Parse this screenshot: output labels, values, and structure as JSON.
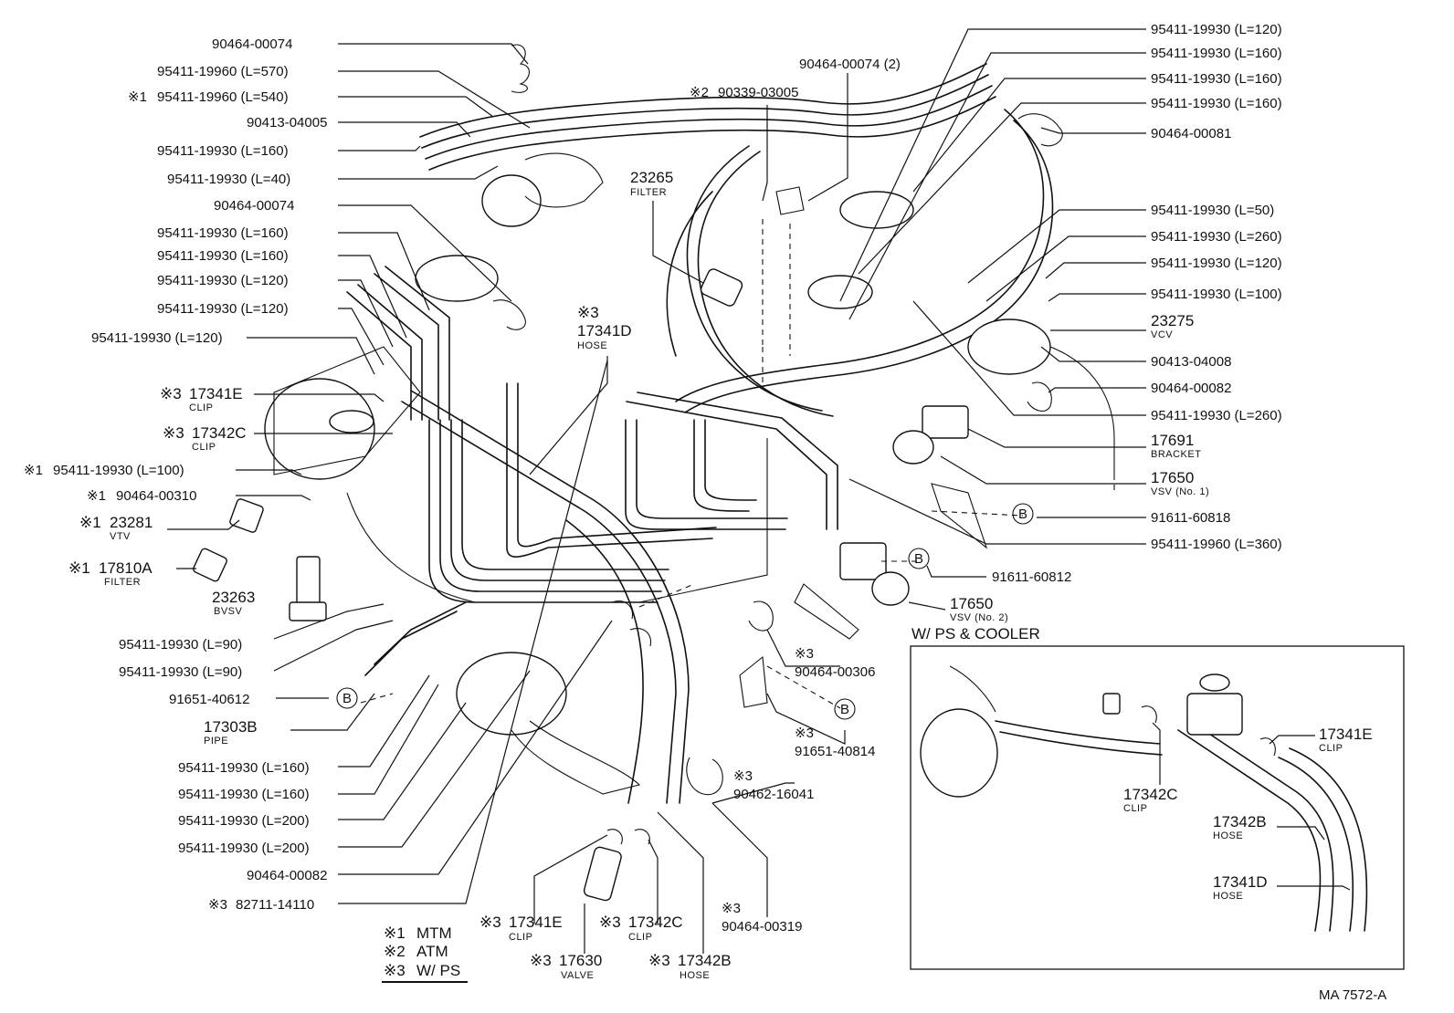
{
  "callouts": [
    {
      "code": "90464-00074"
    },
    {
      "code": "95411-19960 (L=570)"
    },
    {
      "code": "95411-19960 (L=540)",
      "mark": "※1"
    },
    {
      "code": "90413-04005"
    },
    {
      "code": "95411-19930 (L=160)"
    },
    {
      "code": "95411-19930 (L=40)"
    },
    {
      "code": "90464-00074"
    },
    {
      "code": "95411-19930 (L=160)"
    },
    {
      "code": "95411-19930 (L=160)"
    },
    {
      "code": "95411-19930 (L=120)"
    },
    {
      "code": "95411-19930 (L=120)"
    },
    {
      "code": "95411-19930 (L=120)"
    },
    {
      "code": "17341E",
      "mark": "※3",
      "sub": "CLIP"
    },
    {
      "code": "17342C",
      "mark": "※3",
      "sub": "CLIP"
    },
    {
      "code": "95411-19930 (L=100)",
      "mark": "※1"
    },
    {
      "code": "90464-00310",
      "mark": "※1"
    },
    {
      "code": "23281",
      "mark": "※1",
      "sub": "VTV"
    },
    {
      "code": "17810A",
      "mark": "※1",
      "sub": "FILTER"
    },
    {
      "code": "23263",
      "sub": "BVSV"
    },
    {
      "code": "95411-19930 (L=90)"
    },
    {
      "code": "95411-19930 (L=90)"
    },
    {
      "code": "91651-40612"
    },
    {
      "code": "17303B",
      "sub": "PIPE"
    },
    {
      "code": "95411-19930 (L=160)"
    },
    {
      "code": "95411-19930 (L=160)"
    },
    {
      "code": "95411-19930 (L=200)"
    },
    {
      "code": "95411-19930 (L=200)"
    },
    {
      "code": "90464-00082"
    },
    {
      "code": "82711-14110",
      "mark": "※3"
    },
    {
      "code": "90339-03005",
      "mark": "※2"
    },
    {
      "code": "90464-00074 (2)"
    },
    {
      "code": "23265",
      "sub": "FILTER"
    },
    {
      "code": "17341D",
      "mark": "※3",
      "sub": "HOSE"
    },
    {
      "code": "95411-19930 (L=120)"
    },
    {
      "code": "95411-19930 (L=160)"
    },
    {
      "code": "95411-19930 (L=160)"
    },
    {
      "code": "95411-19930 (L=160)"
    },
    {
      "code": "90464-00081"
    },
    {
      "code": "95411-19930 (L=50)"
    },
    {
      "code": "95411-19930 (L=260)"
    },
    {
      "code": "95411-19930 (L=120)"
    },
    {
      "code": "95411-19930 (L=100)"
    },
    {
      "code": "23275",
      "sub": "VCV"
    },
    {
      "code": "90413-04008"
    },
    {
      "code": "90464-00082"
    },
    {
      "code": "95411-19930 (L=260)"
    },
    {
      "code": "17691",
      "sub": "BRACKET"
    },
    {
      "code": "17650",
      "sub": "VSV (No. 1)"
    },
    {
      "code": "91611-60818"
    },
    {
      "code": "95411-19960 (L=360)"
    },
    {
      "code": "91611-60812"
    },
    {
      "code": "17650",
      "sub": "VSV (No. 2)"
    },
    {
      "code": "90464-00306",
      "mark": "※3"
    },
    {
      "code": "91651-40814",
      "mark": "※3"
    },
    {
      "code": "90462-16041",
      "mark": "※3"
    },
    {
      "code": "90464-00319",
      "mark": "※3"
    },
    {
      "code": "17341E",
      "mark": "※3",
      "sub": "CLIP"
    },
    {
      "code": "17342C",
      "mark": "※3",
      "sub": "CLIP"
    },
    {
      "code": "17630",
      "mark": "※3",
      "sub": "VALVE"
    },
    {
      "code": "17342B",
      "mark": "※3",
      "sub": "HOSE"
    }
  ],
  "inset": {
    "title": "W/ PS & COOLER",
    "callouts": [
      {
        "code": "17341E",
        "sub": "CLIP"
      },
      {
        "code": "17342C",
        "sub": "CLIP"
      },
      {
        "code": "17342B",
        "sub": "HOSE"
      },
      {
        "code": "17341D",
        "sub": "HOSE"
      }
    ]
  },
  "legend": [
    {
      "mark": "※1",
      "text": "MTM"
    },
    {
      "mark": "※2",
      "text": "ATM"
    },
    {
      "mark": "※3",
      "text": "W/ PS"
    }
  ],
  "ref_mark": "B",
  "figure_code": "MA  7572-A"
}
